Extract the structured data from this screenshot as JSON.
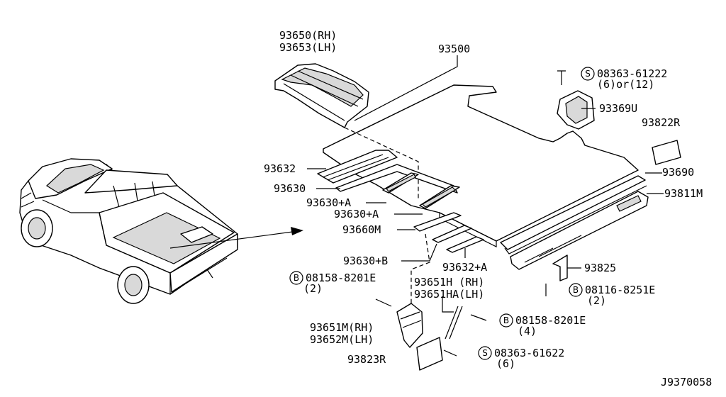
{
  "diagram_id": "J9370058",
  "labels": {
    "bed_panel": "93500",
    "wheel_cover_rh": "93650(RH)",
    "wheel_cover_lh": "93653(LH)",
    "screw_a": "08363-61222",
    "screw_a_qty": "(6)or(12)",
    "bracket_upper": "93369U",
    "plate_r": "93822R",
    "liner_a": "93632",
    "rail_690": "93690",
    "liner_b": "93630",
    "rail_811m": "93811M",
    "liner_b_a": "93630+A",
    "liner_b_a2": "93630+A",
    "part_660m": "93660M",
    "liner_b_b": "93630+B",
    "liner_a_a": "93632+A",
    "bracket_825": "93825",
    "bolt_b1": "08158-8201E",
    "bolt_b1_qty": "(2)",
    "bolt_b2": "08116-8251E",
    "bolt_b2_qty": "(2)",
    "hinge_rh": "93651H (RH)",
    "hinge_lh": "93651HA(LH)",
    "bolt_b3": "08158-8201E",
    "bolt_b3_qty": "(4)",
    "mud_rh": "93651M(RH)",
    "mud_lh": "93652M(LH)",
    "screw_b": "08363-61622",
    "screw_b_qty": "(6)",
    "plate_823r": "93823R"
  },
  "markers": {
    "screw": "S",
    "bolt": "B"
  }
}
